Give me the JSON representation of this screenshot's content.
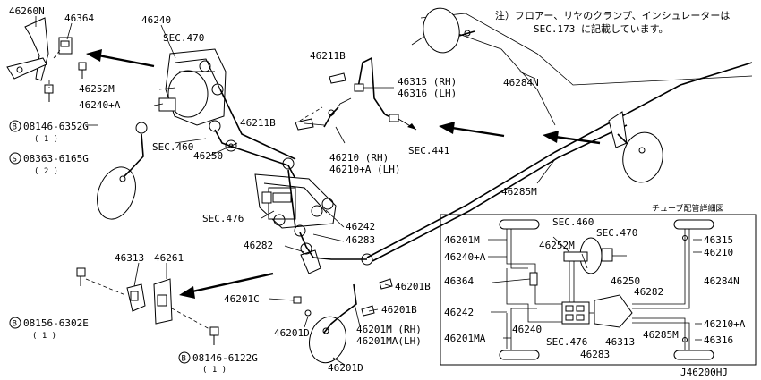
{
  "note": {
    "line1": "注）フロアー、リヤのクランプ、インシュレーターは",
    "line2": "SEC.173 に記載しています。"
  },
  "labels": {
    "p46260N": "46260N",
    "p46364_top": "46364",
    "p46240": "46240",
    "sec470_top": "SEC.470",
    "p46252M_top": "46252M",
    "p46240A_top": "46240+A",
    "bolt1_code": "08146-6352G",
    "bolt1_qty": "( 1 )",
    "bolt2_code": "08363-6165G",
    "bolt2_qty": "( 2 )",
    "sec460_top": "SEC.460",
    "p46250_top": "46250",
    "p46211B_a": "46211B",
    "p46211B_b": "46211B",
    "p46315_top": "46315 (RH)",
    "p46316_top": "46316 (LH)",
    "sec441": "SEC.441",
    "p46210_top": "46210 (RH)",
    "p46210A_top": "46210+A (LH)",
    "p46284N_top": "46284N",
    "p46285M_top": "46285M",
    "sec476_top": "SEC.476",
    "p46242_top": "46242",
    "p46283_top": "46283",
    "p46282_top": "46282",
    "p46313_top": "46313",
    "p46261": "46261",
    "bolt3_code": "08156-6302E",
    "bolt3_qty": "( 1 )",
    "p46201C": "46201C",
    "p46201D_a": "46201D",
    "p46201D_b": "46201D",
    "p46201B_a": "46201B",
    "p46201B_b": "46201B",
    "p46201M_rh": "46201M (RH)",
    "p46201MA_lh": "46201MA(LH)",
    "bolt4_code": "08146-6122G",
    "bolt4_qty": "( 1 )",
    "circle_b": "B",
    "circle_s": "S"
  },
  "detail": {
    "title": "チューブ配管詳細図",
    "sec460": "SEC.460",
    "sec470": "SEC.470",
    "p46201M": "46201M",
    "p46252M": "46252M",
    "p46240A": "46240+A",
    "p46364": "46364",
    "p46250": "46250",
    "p46282": "46282",
    "p46242": "46242",
    "p46201MA": "46201MA",
    "p46240": "46240",
    "sec476": "SEC.476",
    "p46313": "46313",
    "p46285M": "46285M",
    "p46283": "46283",
    "p46315": "46315",
    "p46210": "46210",
    "p46284N": "46284N",
    "p46210A": "46210+A",
    "p46316": "46316"
  },
  "diagram_id": "J46200HJ"
}
